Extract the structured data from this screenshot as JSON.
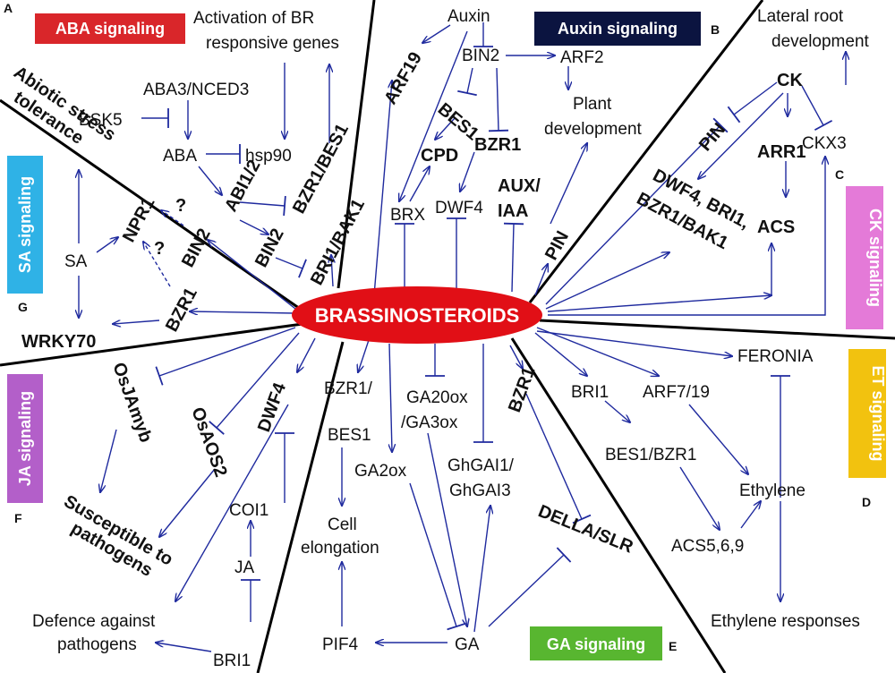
{
  "center": "BRASSINOSTEROIDS",
  "panels": [
    {
      "letter": "A",
      "title": "ABA signaling",
      "color": "#d9262a"
    },
    {
      "letter": "B",
      "title": "Auxin signaling",
      "color": "#0b1440"
    },
    {
      "letter": "C",
      "title": "CK signaling",
      "color": "#e47ad8"
    },
    {
      "letter": "D",
      "title": "ET signaling",
      "color": "#f2c20f"
    },
    {
      "letter": "E",
      "title": "GA signaling",
      "color": "#58b630"
    },
    {
      "letter": "F",
      "title": "JA signaling",
      "color": "#b35fc9"
    },
    {
      "letter": "G",
      "title": "SA signaling",
      "color": "#2fb2e6"
    }
  ],
  "aba": {
    "activation_1": "Activation of BR",
    "activation_2": "responsive genes",
    "aba3": "ABA3/NCED3",
    "bsk5": "BSK5",
    "aba": "ABA",
    "hsp90": "hsp90",
    "abi": "ABI1/2",
    "bzr1bes1": "BZR1/BES1",
    "bin2": "BIN2",
    "bri1bak1": "BRI1/BAK1",
    "stress_1": "Abiotic stress",
    "stress_2": "tolerance"
  },
  "auxin": {
    "auxin": "Auxin",
    "bin2": "BIN2",
    "arf19": "ARF19",
    "arf2": "ARF2",
    "bes1": "BES1",
    "plant_1": "Plant",
    "plant_2": "development",
    "cpd": "CPD",
    "bzr1": "BZR1",
    "brx": "BRX",
    "dwf4": "DWF4",
    "aux_1": "AUX/",
    "aux_2": "IAA",
    "pin": "PIN"
  },
  "ck": {
    "lateral_1": "Lateral root",
    "lateral_2": "development",
    "ck": "CK",
    "pin": "PIN",
    "ckx3": "CKX3",
    "arr1": "ARR1",
    "dwf4_1": "DWF4, BRI1,",
    "dwf4_2": "BZR1/BAK1",
    "acs": "ACS"
  },
  "sa": {
    "npr1": "NPR1",
    "q1": "?",
    "q2": "?",
    "sa": "SA",
    "bin2": "BIN2",
    "bzr1": "BZR1",
    "wrky70": "WRKY70"
  },
  "et": {
    "feronia": "FERONIA",
    "bri1": "BRI1",
    "arf719": "ARF7/19",
    "bes1bzr1": "BES1/BZR1",
    "ethylene": "Ethylene",
    "acs": "ACS5,6,9",
    "responses": "Ethylene responses"
  },
  "ga": {
    "bzr1bes1_1": "BZR1/",
    "bzr1bes1_2": "BES1",
    "ga20ox_1": "GA20ox",
    "ga20ox_2": "/GA3ox",
    "bzr1": "BZR1",
    "ga2ox": "GA2ox",
    "ghgai_1": "GhGAI1/",
    "ghgai_2": "GhGAI3",
    "cell_1": "Cell",
    "cell_2": "elongation",
    "della": "DELLA/SLR",
    "pif4": "PIF4",
    "ga": "GA"
  },
  "ja": {
    "osjamyb": "OsJAmyb",
    "osaos2": "OsAOS2",
    "dwf4": "DWF4",
    "susc_1": "Susceptible to",
    "susc_2": "pathogens",
    "coi1": "COI1",
    "ja": "JA",
    "def_1": "Defence against",
    "def_2": "pathogens",
    "bri1": "BRI1"
  }
}
